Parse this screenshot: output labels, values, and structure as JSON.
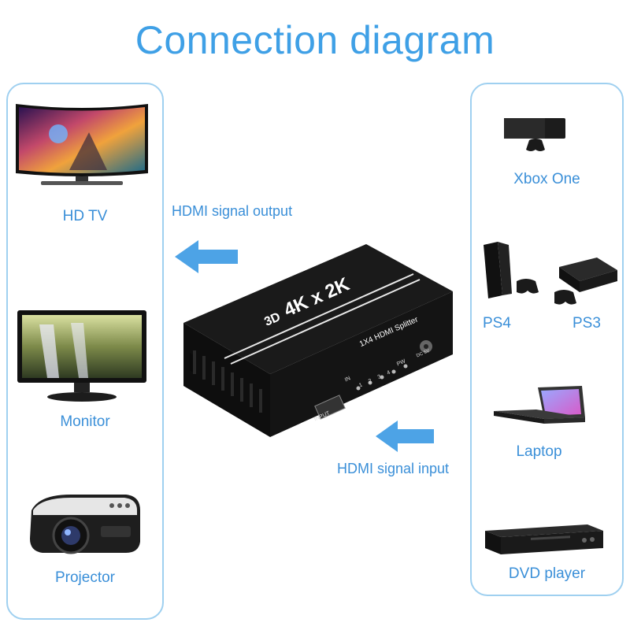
{
  "title": "Connection diagram",
  "outputs": [
    {
      "label": "HD TV",
      "icon": "curved-tv-icon"
    },
    {
      "label": "Monitor",
      "icon": "monitor-icon"
    },
    {
      "label": "Projector",
      "icon": "projector-icon"
    }
  ],
  "inputs": [
    {
      "label": "Xbox One",
      "icon": "xbox-one-icon"
    },
    {
      "label": "PS4",
      "icon": "ps4-icon"
    },
    {
      "label": "PS3",
      "icon": "ps3-icon"
    },
    {
      "label": "Laptop",
      "icon": "laptop-icon"
    },
    {
      "label": "DVD player",
      "icon": "dvd-player-icon"
    }
  ],
  "signals": {
    "output": "HDMI signal output",
    "input": "HDMI signal input"
  },
  "splitter": {
    "brand": "3D",
    "resolution": "4K x 2K",
    "model": "1X4 HDMI Splitter",
    "port_in": "IN",
    "ports": [
      "1",
      "2",
      "3",
      "4"
    ],
    "power": "PW",
    "input_label": "INPUT",
    "dc_label": "DC 5V"
  },
  "colors": {
    "accent": "#3fa0e6",
    "arrow": "#4da3e6",
    "panel_border": "#9fd0f0"
  }
}
